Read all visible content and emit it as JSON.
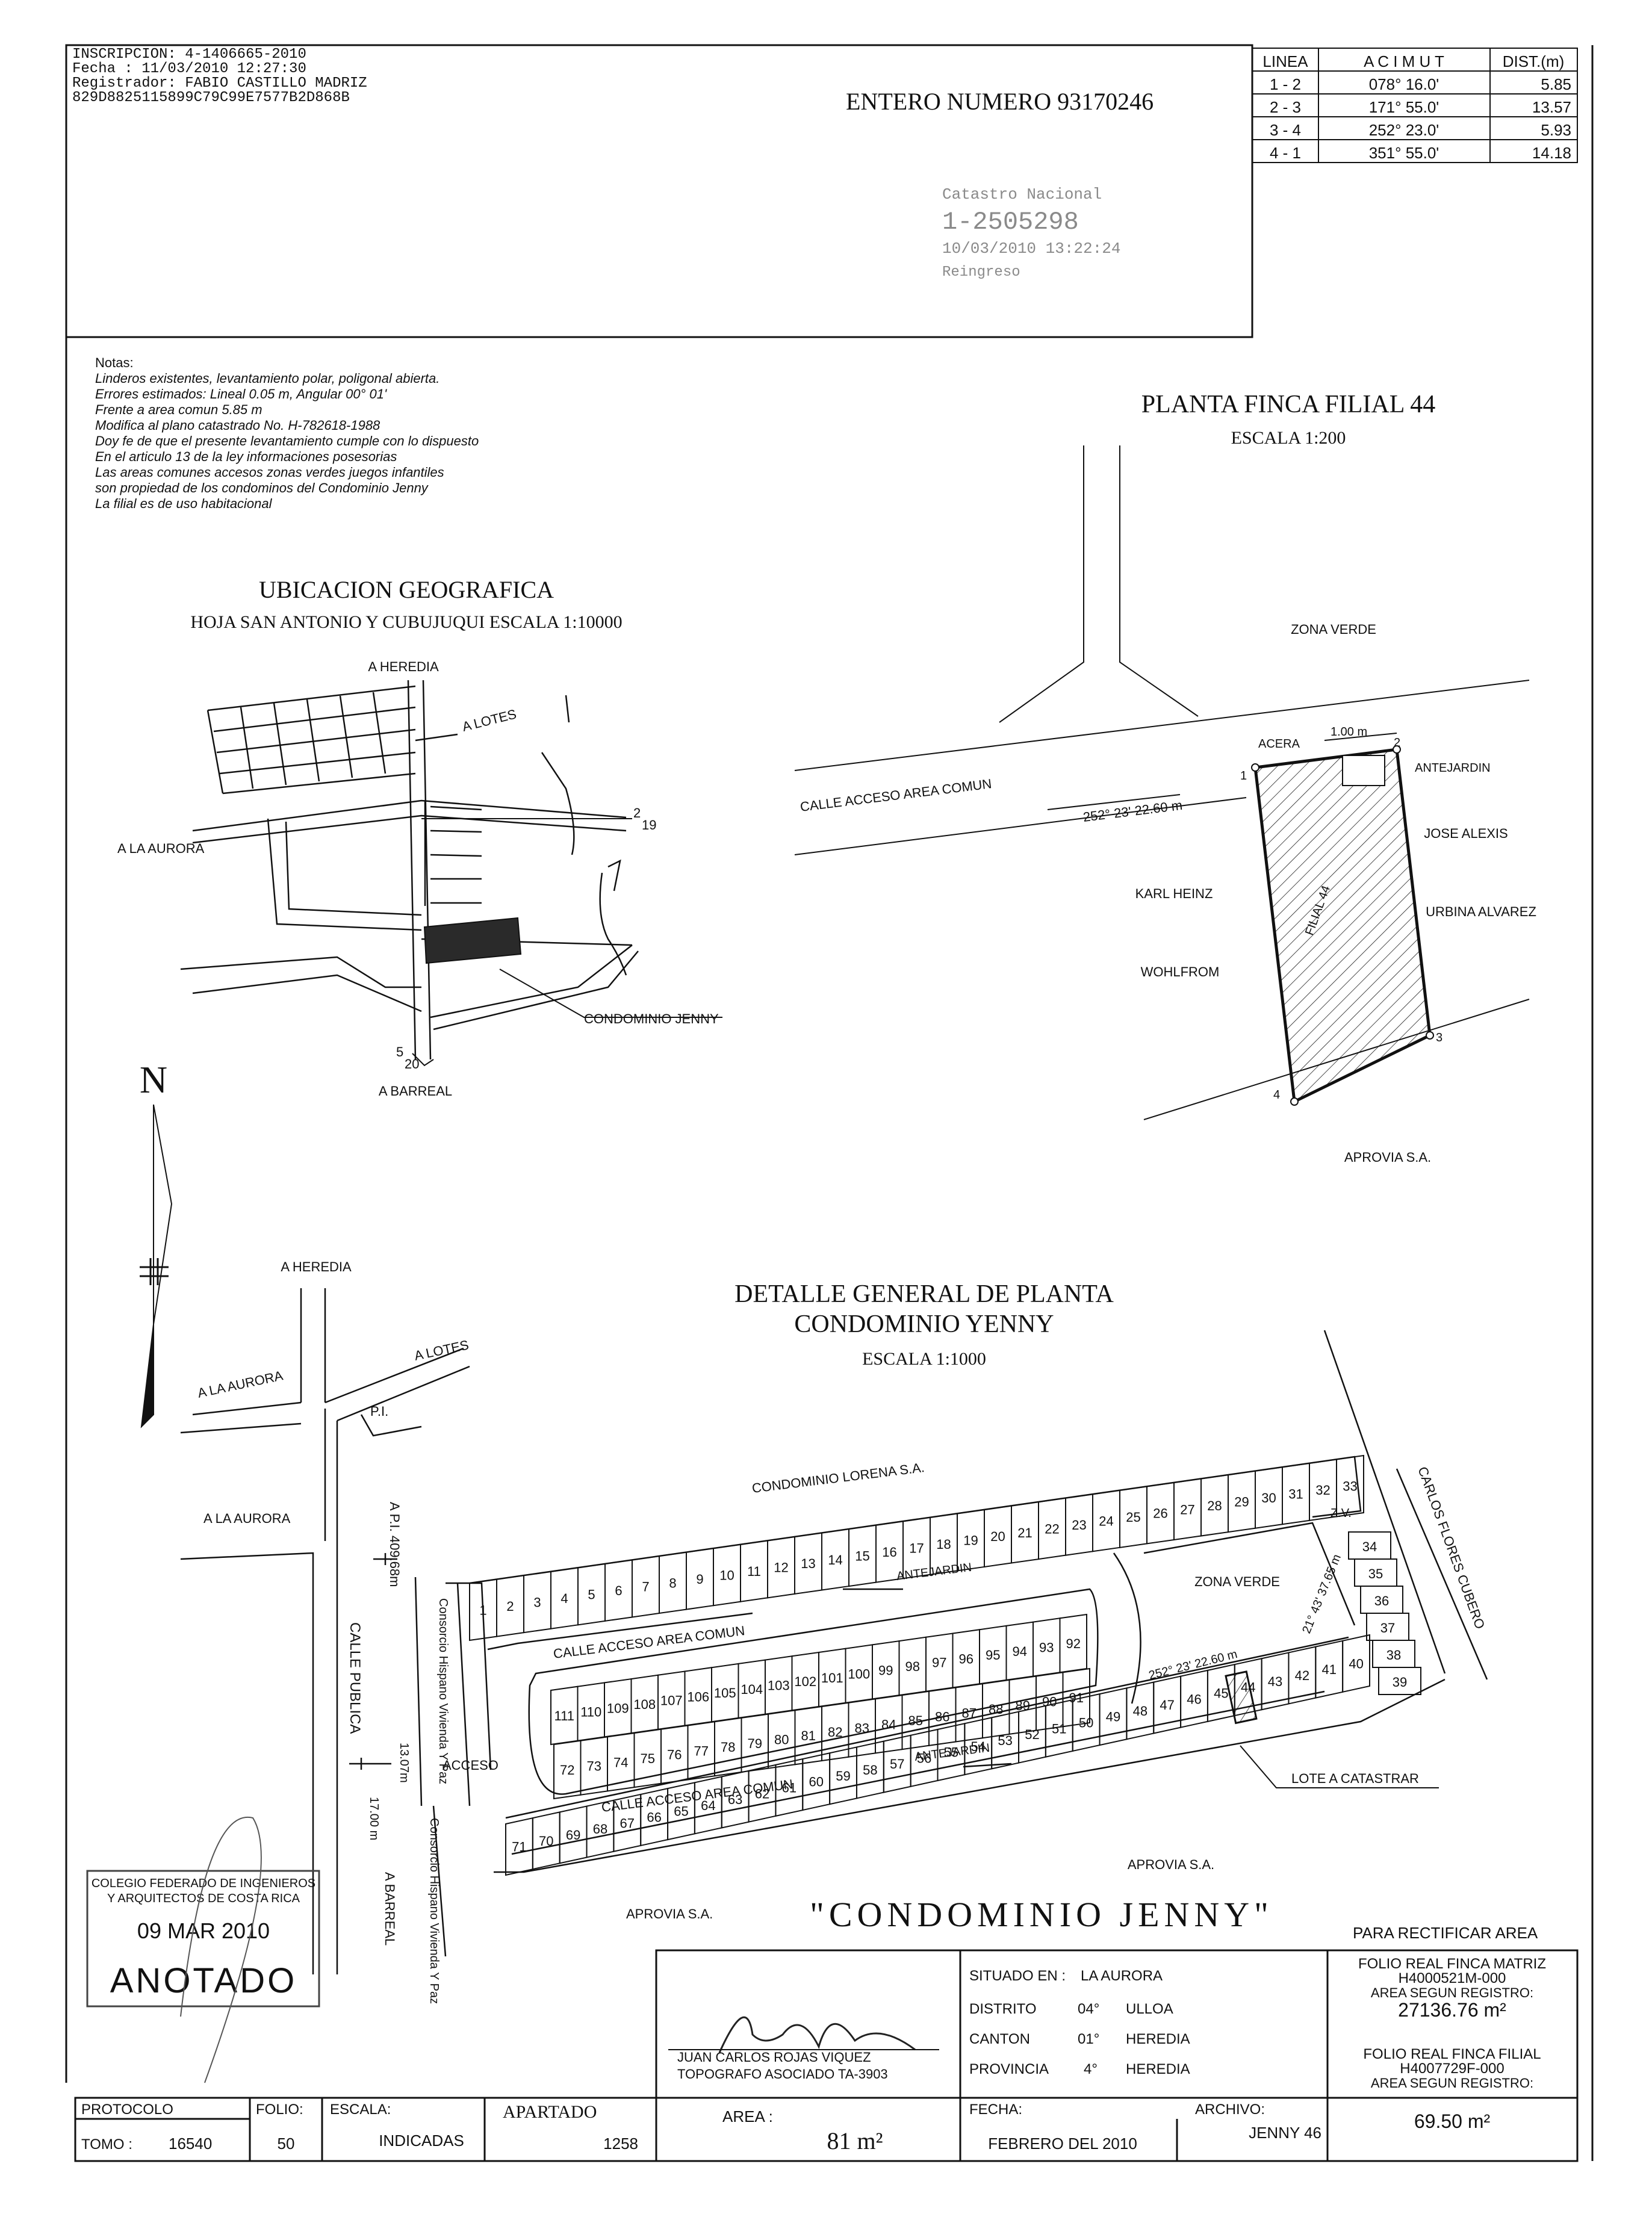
{
  "header": {
    "registry_lines": [
      "INSCRIPCION: 4-1406665-2010",
      "Fecha      : 11/03/2010 12:27:30",
      "Registrador: FABIO CASTILLO MADRIZ",
      "829D8825115899C79C99E7577B2D868B"
    ],
    "entero": "ENTERO NUMERO 93170246",
    "catastro_stamp": [
      "Catastro Nacional",
      "1-2505298",
      "10/03/2010 13:22:24",
      "Reingreso"
    ]
  },
  "survey_table": {
    "headers": [
      "LINEA",
      "A C I M U T",
      "DIST.(m)"
    ],
    "rows": [
      [
        "1 - 2",
        "078° 16.0'",
        "5.85"
      ],
      [
        "2 - 3",
        "171° 55.0'",
        "13.57"
      ],
      [
        "3 - 4",
        "252° 23.0'",
        "5.93"
      ],
      [
        "4 - 1",
        "351° 55.0'",
        "14.18"
      ]
    ]
  },
  "notes": {
    "title": "Notas:",
    "lines": [
      "Linderos existentes, levantamiento polar, poligonal abierta.",
      "Errores estimados: Lineal 0.05 m, Angular 00° 01'",
      "Frente a area comun  5.85 m",
      "Modifica al plano catastrado No. H-782618-1988",
      "Doy fe de que el presente levantamiento cumple con lo dispuesto",
      "En el articulo 13 de la ley informaciones posesorias",
      "Las areas comunes accesos zonas verdes juegos infantiles",
      "son propiedad de los condominos del Condominio Jenny",
      "La filial es de uso habitacional"
    ]
  },
  "ubicacion": {
    "title": "UBICACION GEOGRAFICA",
    "subtitle": "HOJA SAN ANTONIO Y CUBUJUQUI ESCALA 1:10000",
    "labels": {
      "heredia": "A HEREDIA",
      "lotes": "A LOTES",
      "aurora": "A LA AURORA",
      "barreal": "A BARREAL",
      "condominio": "CONDOMINIO JENNY",
      "grid_2": "2",
      "grid_19": "19",
      "grid_5": "5",
      "grid_20": "20"
    }
  },
  "planta": {
    "title": "PLANTA FINCA FILIAL 44",
    "scale": "ESCALA 1:200",
    "zona_verde": "ZONA VERDE",
    "calle": "CALLE ACCESO AREA COMUN",
    "bearing": "252° 23' 22.60 m",
    "acera": "ACERA",
    "dim": "1.00 m",
    "antejardin": "ANTEJARDIN",
    "filial": "FILIAL 44",
    "karl1": "KARL HEINZ",
    "karl2": "WOHLFROM",
    "jose1": "JOSE ALEXIS",
    "jose2": "URBINA ALVAREZ",
    "aprovia": "APROVIA S.A.",
    "p1": "1",
    "p2": "2",
    "p3": "3",
    "p4": "4"
  },
  "north": "N",
  "detalle": {
    "title1": "DETALLE GENERAL DE PLANTA",
    "title2": "CONDOMINIO YENNY",
    "scale": "ESCALA 1:1000",
    "heredia": "A HEREDIA",
    "lotes": "A LOTES",
    "aurora1": "A LA AURORA",
    "aurora2": "A LA AURORA",
    "pi": "P.I.",
    "api": "A P.I. 409.68m",
    "calle_publica": "CALLE PUBLICA",
    "consorcio": "Consorcio Hispano Vivienda Y Paz",
    "acceso": "ACCESO",
    "dim1": "13.07m",
    "dim2": "17.00 m",
    "barreal": "A BARREAL",
    "lorena": "CONDOMINIO LORENA S.A.",
    "antejardin": "ANTEJARDIN",
    "calle": "CALLE ACCESO AREA COMUN",
    "zona_verde": "ZONA VERDE",
    "zv": "Z.V.",
    "bearing1": "252° 23' 22.60 m",
    "bearing2": "21° 43' 37.65 m",
    "carlos": "CARLOS FLORES CUBERO",
    "lote": "LOTE A CATASTRAR",
    "aprovia": "APROVIA S.A.",
    "aprovia_bottom": "APROVIA S.A.",
    "lots_top": [
      "1",
      "2",
      "3",
      "4",
      "5",
      "6",
      "7",
      "8",
      "9",
      "10",
      "11",
      "12",
      "13",
      "14",
      "15",
      "16",
      "17",
      "18",
      "19",
      "20",
      "21",
      "22",
      "23",
      "24",
      "25",
      "26",
      "27",
      "28",
      "29",
      "30",
      "31",
      "32",
      "33"
    ],
    "lots_right": [
      "34",
      "35",
      "36",
      "37",
      "38",
      "39"
    ],
    "lots_inner_top": [
      "111",
      "110",
      "109",
      "108",
      "107",
      "106",
      "105",
      "104",
      "103",
      "102",
      "101",
      "100",
      "99",
      "98",
      "97",
      "96",
      "95",
      "94",
      "93",
      "92"
    ],
    "lots_inner_bottom": [
      "72",
      "73",
      "74",
      "75",
      "76",
      "77",
      "78",
      "79",
      "80",
      "81",
      "82",
      "83",
      "84",
      "85",
      "86",
      "87",
      "88",
      "89",
      "90",
      "91"
    ],
    "lots_bottom": [
      "71",
      "70",
      "69",
      "68",
      "67",
      "66",
      "65",
      "64",
      "63",
      "62",
      "61",
      "60",
      "59",
      "58",
      "57",
      "56",
      "55",
      "54",
      "53",
      "52",
      "51",
      "50",
      "49",
      "48",
      "47",
      "46",
      "45",
      "44",
      "43",
      "42",
      "41",
      "40"
    ]
  },
  "condominio_title": "\"CONDOMINIO   JENNY\"",
  "rectificar": "PARA RECTIFICAR AREA",
  "stamp": {
    "line1": "COLEGIO FEDERADO DE INGENIEROS",
    "line2": "Y ARQUITECTOS DE COSTA RICA",
    "date": "09 MAR 2010",
    "anotado": "ANOTADO"
  },
  "signature": {
    "name": "JUAN CARLOS ROJAS VIQUEZ",
    "title": "TOPOGRAFO ASOCIADO TA-3903"
  },
  "location": {
    "situado_label": "SITUADO EN :",
    "situado": "LA AURORA",
    "distrito_label": "DISTRITO",
    "distrito_num": "04°",
    "distrito": "ULLOA",
    "canton_label": "CANTON",
    "canton_num": "01°",
    "canton": "HEREDIA",
    "provincia_label": "PROVINCIA",
    "provincia_num": "4°",
    "provincia": "HEREDIA"
  },
  "folio": {
    "matriz_title": "FOLIO REAL  FINCA MATRIZ",
    "matriz_num": "H4000521M-000",
    "area_label": "AREA SEGUN REGISTRO:",
    "matriz_area": "27136.76 m²",
    "filial_title": "FOLIO REAL  FINCA FILIAL",
    "filial_num": "H4007729F-000",
    "area_label2": "AREA SEGUN REGISTRO:",
    "filial_area": "69.50 m²"
  },
  "footer": {
    "protocolo_label": "PROTOCOLO",
    "tomo_label": "TOMO :",
    "tomo": "16540",
    "folio_label": "FOLIO:",
    "folio": "50",
    "escala_label": "ESCALA:",
    "escala": "INDICADAS",
    "apartado_label": "APARTADO",
    "apartado": "1258",
    "area_label": "AREA :",
    "area": "81 m²",
    "fecha_label": "FECHA:",
    "fecha": "FEBRERO DEL 2010",
    "archivo_label": "ARCHIVO:",
    "archivo": "JENNY 46"
  }
}
